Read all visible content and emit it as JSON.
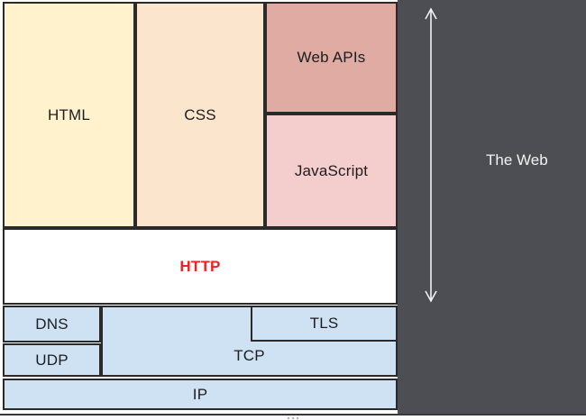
{
  "page": {
    "background_color": "#4d4e53",
    "canvas_color": "#ffffff",
    "block_border_color": "#2a2a2a"
  },
  "blocks": {
    "html": {
      "label": "HTML",
      "color": "#fff2cc"
    },
    "css": {
      "label": "CSS",
      "color": "#fce5cd"
    },
    "web_apis": {
      "label": "Web APIs",
      "color": "#dfaba3"
    },
    "javascript": {
      "label": "JavaScript",
      "color": "#f4cdcd"
    },
    "http": {
      "label": "HTTP",
      "color": "#ffffff",
      "label_color": "#ed2224",
      "label_weight": "bold"
    },
    "dns": {
      "label": "DNS",
      "color": "#cfe2f3"
    },
    "udp": {
      "label": "UDP",
      "color": "#cfe2f3"
    },
    "tcp": {
      "label": "TCP",
      "color": "#cfe2f3"
    },
    "tls": {
      "label": "TLS",
      "color": "#cfe2f3"
    },
    "ip": {
      "label": "IP",
      "color": "#cfe2f3"
    }
  },
  "annotation": {
    "label": "The Web",
    "text_color": "#f2f2f2",
    "arrow_color": "#f2f2f2",
    "arrow_style": "double-headed-vertical"
  },
  "footer": {
    "handle_icon": "ellipsis-resize-handle"
  }
}
